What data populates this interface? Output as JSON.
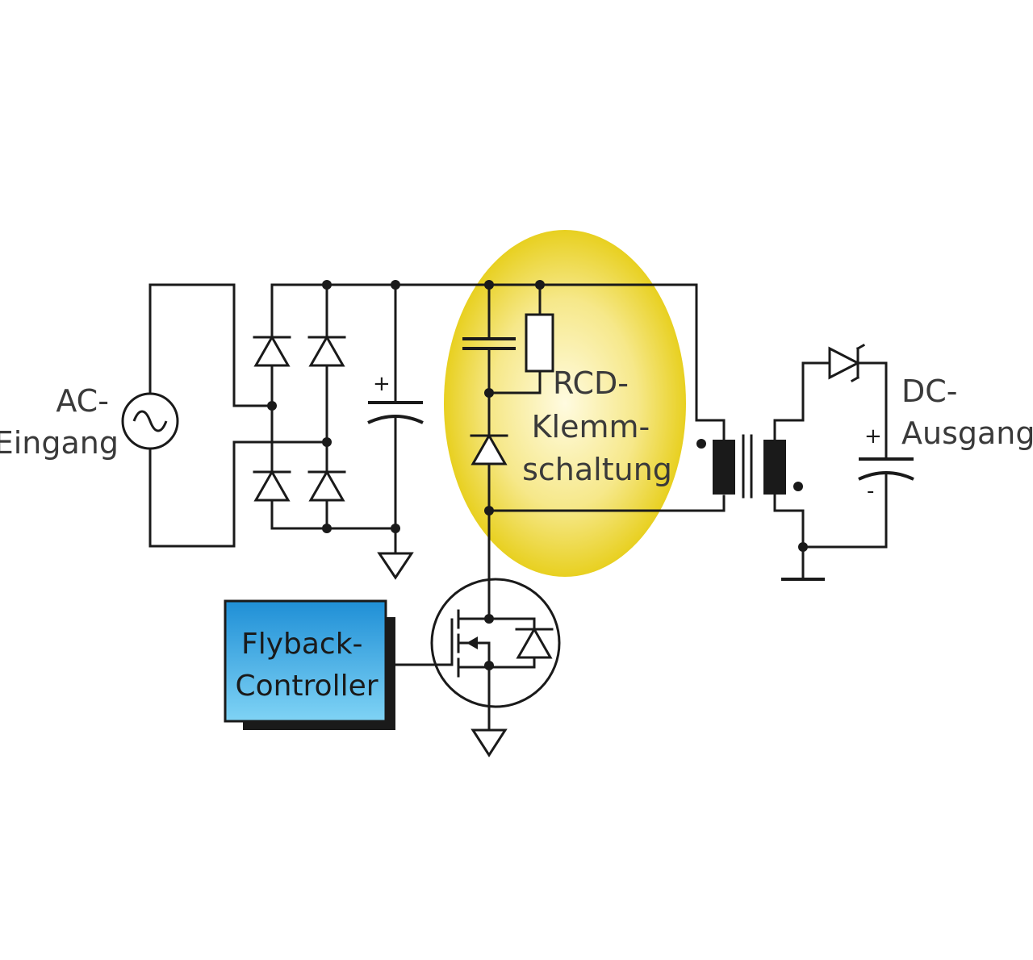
{
  "labels": {
    "ac_input": [
      "AC-",
      "Eingang"
    ],
    "dc_output": [
      "DC-",
      "Ausgang"
    ],
    "clamp": [
      "RCD-",
      "Klemm-",
      "schaltung"
    ],
    "controller": [
      "Flyback-",
      "Controller"
    ],
    "input_cap_plus": "+",
    "output_cap_plus": "+",
    "output_cap_minus": "-"
  },
  "colors": {
    "wire": "#1a1a1a",
    "clamp_highlight": "#e8d020",
    "controller_fill_top": "#1f8fd6",
    "controller_fill_bottom": "#7fd3f5",
    "controller_shadow": "#1a1a1a"
  }
}
